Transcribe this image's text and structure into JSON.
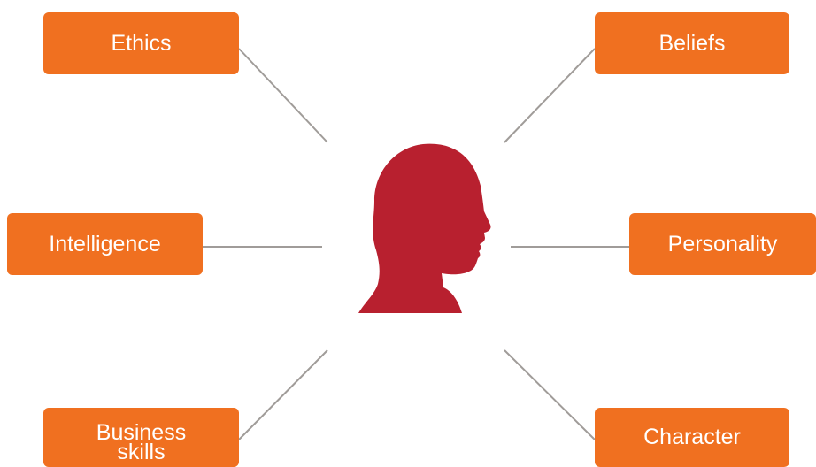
{
  "colors": {
    "node_fill": "#F07020",
    "node_text": "#FFFFFF",
    "connector": "#A09C99",
    "head_fill": "#B8202F"
  },
  "center": {
    "icon": "human-head-profile-icon"
  },
  "nodes": {
    "ethics": "Ethics",
    "beliefs": "Beliefs",
    "intelligence": "Intelligence",
    "personality": "Personality",
    "business_line1": "Business",
    "business_line2": "skills",
    "character": "Character"
  }
}
